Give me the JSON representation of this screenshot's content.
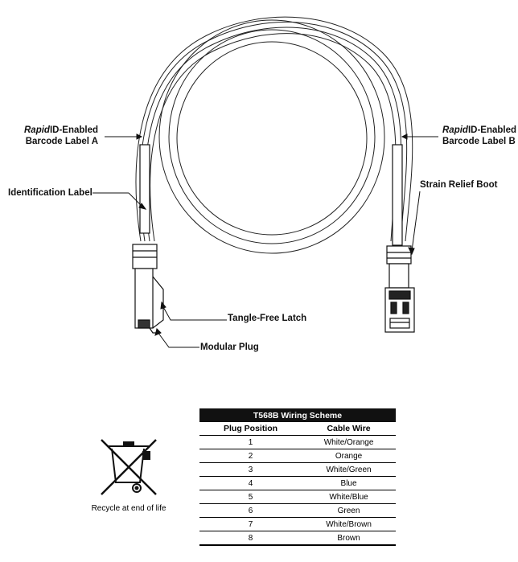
{
  "callouts": {
    "label_a_italic": "Rapid",
    "label_a_rest": "ID-Enabled",
    "label_a_line2": "Barcode Label A",
    "label_b_italic": "Rapid",
    "label_b_rest": "ID-Enabled",
    "label_b_line2": "Barcode Label B",
    "identification_label": "Identification Label",
    "strain_relief_boot": "Strain Relief Boot",
    "tangle_free_latch": "Tangle-Free Latch",
    "modular_plug": "Modular Plug"
  },
  "wiring_table": {
    "title": "T568B Wiring Scheme",
    "headers": [
      "Plug Position",
      "Cable Wire"
    ],
    "rows": [
      [
        "1",
        "White/Orange"
      ],
      [
        "2",
        "Orange"
      ],
      [
        "3",
        "White/Green"
      ],
      [
        "4",
        "Blue"
      ],
      [
        "5",
        "White/Blue"
      ],
      [
        "6",
        "Green"
      ],
      [
        "7",
        "White/Brown"
      ],
      [
        "8",
        "Brown"
      ]
    ]
  },
  "recycle": {
    "caption": "Recycle at end of life",
    "icon": "crossed-out-wheelie-bin-icon"
  }
}
